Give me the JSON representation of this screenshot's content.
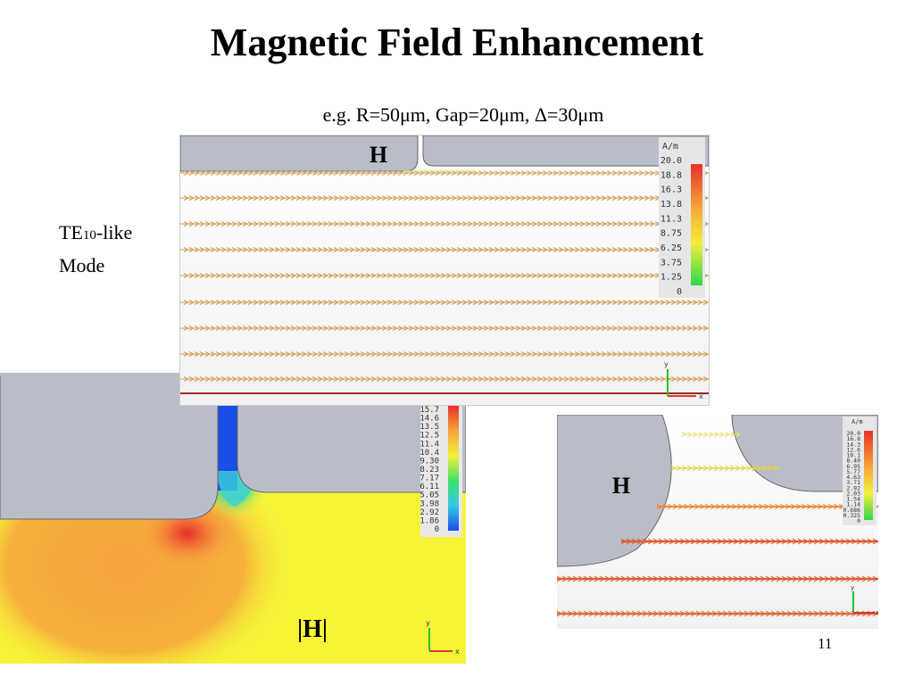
{
  "slide": {
    "title": "Magnetic Field Enhancement",
    "subtitle": "e.g. R=50μm, Gap=20μm, Δ=30μm",
    "mode": {
      "main": "TE",
      "sub": "10",
      "suffix": "-like",
      "line2": "Mode"
    },
    "page_number": "11"
  },
  "panels": {
    "top": {
      "field_label": "H",
      "legend": {
        "unit": "A/m",
        "ticks": [
          "20.0",
          "18.8",
          "16.3",
          "13.8",
          "11.3",
          "8.75",
          "6.25",
          "3.75",
          "1.25",
          "0"
        ]
      },
      "axes": {
        "y": "y",
        "x": "x"
      }
    },
    "bottom_left": {
      "field_label": "|H|",
      "legend": {
        "ticks": [
          "15.7",
          "14.6",
          "13.5",
          "12.5",
          "11.4",
          "10.4",
          "9.30",
          "8.23",
          "7.17",
          "6.11",
          "5.05",
          "3.98",
          "2.92",
          "1.86",
          "0"
        ]
      },
      "axes": {
        "y": "y",
        "x": "x"
      }
    },
    "bottom_right": {
      "field_label": "H",
      "legend": {
        "unit": "A/m",
        "ticks": [
          "20.0",
          "16.8",
          "14.3",
          "12.6",
          "10.1",
          "8.40",
          "6.95",
          "5.77",
          "4.63",
          "3.71",
          "2.92",
          "2.03",
          "1.54",
          "1.14",
          "0.686",
          "0.325",
          "0"
        ]
      },
      "axes": {
        "y": "y",
        "x": "x"
      }
    }
  },
  "colors": {
    "metal": "#b9bdc7",
    "arrow_line": "#d6a86c",
    "field_yellow": "#f7f438",
    "field_orange": "#f4a23c",
    "field_red": "#e8452a"
  }
}
